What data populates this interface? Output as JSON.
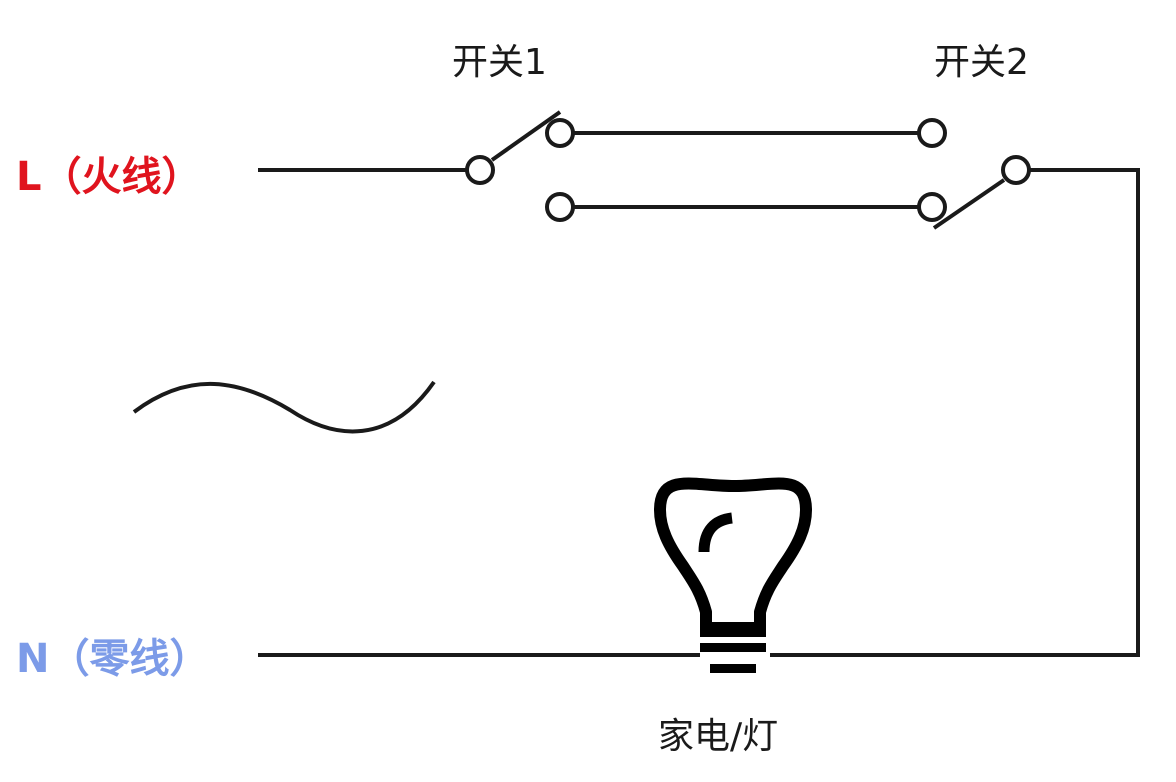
{
  "labels": {
    "live_line": "L（火线）",
    "neutral_line": "N（零线）",
    "switch1": "开关1",
    "switch2": "开关2",
    "load": "家电/灯"
  },
  "colors": {
    "live": "#e0141e",
    "neutral": "#7c9be8",
    "wire": "#1a1a1a"
  },
  "icons": {
    "ac_source": "sine-wave-icon",
    "load": "light-bulb-icon"
  }
}
